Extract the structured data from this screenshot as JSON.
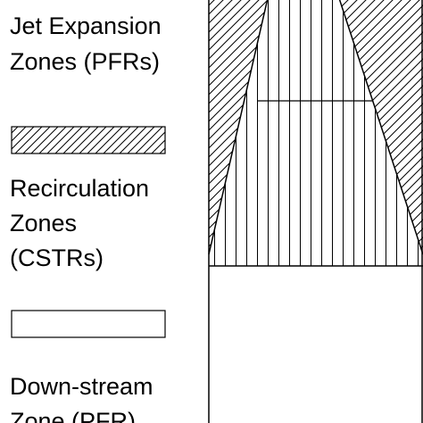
{
  "legend": {
    "items": [
      {
        "lines": [
          "Jet Expansion",
          "Zones (PFRs)"
        ],
        "swatch": "diagonal-hatch"
      },
      {
        "lines": [
          "Recirculation",
          "Zones",
          "(CSTRs)"
        ],
        "swatch": "plain"
      },
      {
        "lines": [
          "Down-stream",
          "Zone (PFR)"
        ],
        "swatch": "none"
      }
    ]
  },
  "colors": {
    "ink": "#000000",
    "paper": "#ffffff"
  }
}
